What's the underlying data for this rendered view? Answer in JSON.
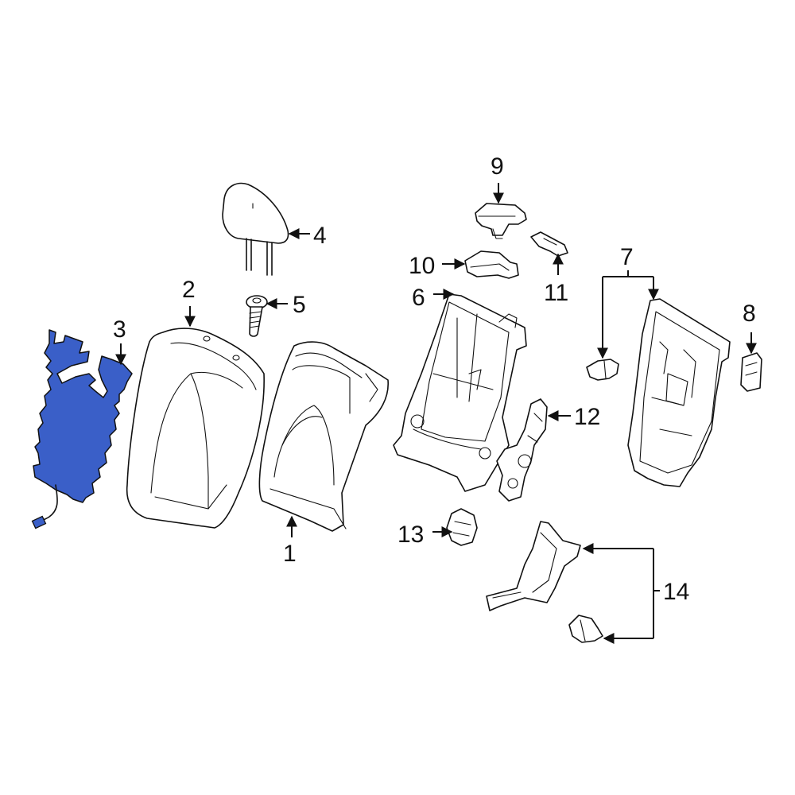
{
  "highlight_color": "#3a5fc8",
  "callouts": {
    "c1": "1",
    "c2": "2",
    "c3": "3",
    "c4": "4",
    "c5": "5",
    "c6": "6",
    "c7": "7",
    "c8": "8",
    "c9": "9",
    "c10": "10",
    "c11": "11",
    "c12": "12",
    "c13": "13",
    "c14": "14"
  }
}
